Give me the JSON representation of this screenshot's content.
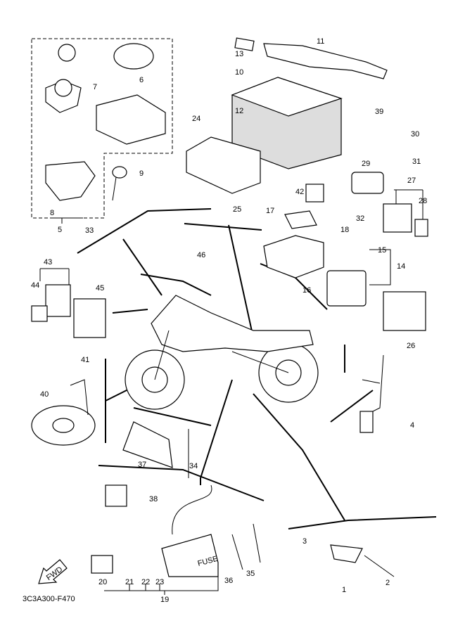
{
  "diagram_code": "3C3A300-F470",
  "fwd_label": "FWD",
  "fuse_label": "FUSE",
  "callouts": [
    "13",
    "11",
    "10",
    "12",
    "39",
    "7",
    "6",
    "24",
    "30",
    "31",
    "29",
    "27",
    "28",
    "42",
    "25",
    "9",
    "8",
    "5",
    "33",
    "17",
    "32",
    "18",
    "15",
    "14",
    "46",
    "43",
    "44",
    "45",
    "16",
    "26",
    "41",
    "40",
    "4",
    "37",
    "34",
    "38",
    "3",
    "20",
    "21",
    "22",
    "23",
    "19",
    "36",
    "35",
    "1",
    "2"
  ]
}
